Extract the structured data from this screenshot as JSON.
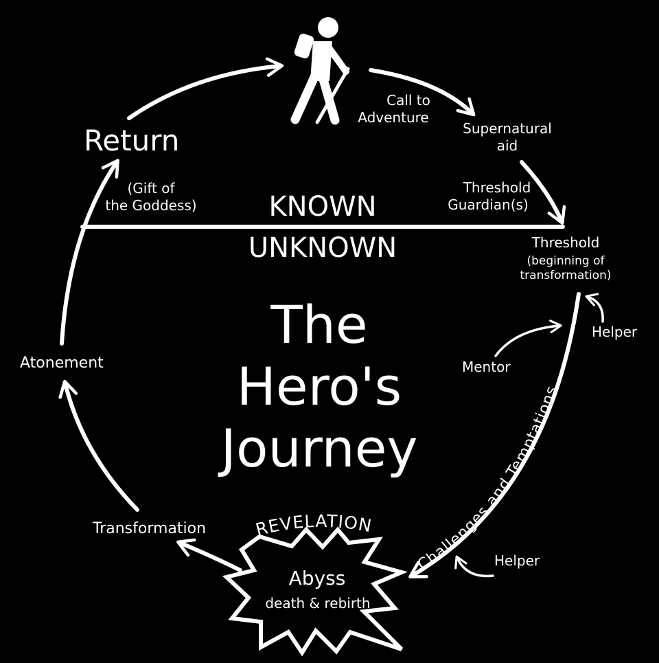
{
  "title_lines": [
    "The",
    "Hero's",
    "Journey"
  ],
  "divider": {
    "above": "KNOWN",
    "below": "UNKNOWN"
  },
  "stages": {
    "call_to_adventure": [
      "Call to",
      "Adventure"
    ],
    "supernatural_aid": [
      "Supernatural",
      "aid"
    ],
    "threshold_guardians": [
      "Threshold",
      "Guardian(s)"
    ],
    "threshold": "Threshold",
    "threshold_note": [
      "(beginning of",
      "transformation)"
    ],
    "helper_top": "Helper",
    "mentor": "Mentor",
    "challenges": "Challenges and Temptations",
    "helper_bottom": "Helper",
    "revelation": "REVELATION",
    "abyss": "Abyss",
    "abyss_note": "death & rebirth",
    "transformation": "Transformation",
    "atonement": "Atonement",
    "return": "Return",
    "gift": [
      "(Gift of",
      "the Goddess)"
    ]
  },
  "icons": {
    "hero": "hiker-icon",
    "abyss": "starburst-icon"
  },
  "colors": {
    "background": "#000000",
    "foreground": "#ffffff"
  }
}
